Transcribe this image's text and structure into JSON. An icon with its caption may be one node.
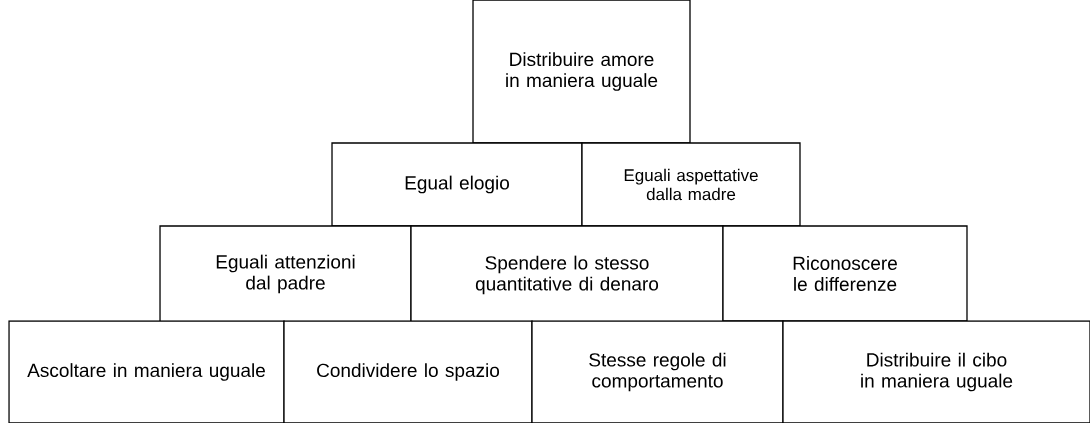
{
  "diagram": {
    "nodes": [
      {
        "text": [
          "Distribuire amore in maniera uguale"
        ]
      },
      {
        "text": [
          "Egual elogio"
        ]
      },
      {
        "text": [
          "Eguali aspettative dalla madre"
        ]
      },
      {
        "text": [
          "Eguali attenzioni dal padre"
        ]
      },
      {
        "text": [
          "Spendere lo stesso quantitative di denaro"
        ]
      },
      {
        "text": [
          "Riconoscere le differenze"
        ]
      },
      {
        "text": [
          "Ascoltare in maniera uguale"
        ]
      },
      {
        "text": [
          "Condividere lo spazio"
        ]
      },
      {
        "text": [
          "Stesse regole di comportamento"
        ]
      },
      {
        "text": [
          "Distribuire il cibo in maniera uguale"
        ]
      }
    ]
  }
}
